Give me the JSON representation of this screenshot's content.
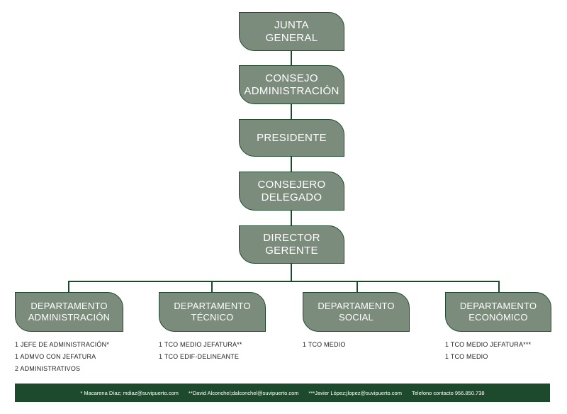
{
  "hierarchy": [
    {
      "line1": "JUNTA",
      "line2": "GENERAL"
    },
    {
      "line1": "CONSEJO",
      "line2": "ADMINISTRACIÓN"
    },
    {
      "line1": "PRESIDENTE",
      "line2": ""
    },
    {
      "line1": "CONSEJERO",
      "line2": "DELEGADO"
    },
    {
      "line1": "DIRECTOR",
      "line2": "GERENTE"
    }
  ],
  "departments": [
    {
      "line1": "DEPARTAMENTO",
      "line2": "ADMINISTRACIÓN",
      "staff": [
        "1 JEFE DE ADMINISTRACIÓN*",
        "1 ADMVO CON JEFATURA",
        "2 ADMINISTRATIVOS"
      ]
    },
    {
      "line1": "DEPARTAMENTO",
      "line2": "TÉCNICO",
      "staff": [
        "1 TCO MEDIO JEFATURA**",
        "1 TCO EDIF-DELINEANTE"
      ]
    },
    {
      "line1": "DEPARTAMENTO",
      "line2": "SOCIAL",
      "staff": [
        "1 TCO MEDIO"
      ]
    },
    {
      "line1": "DEPARTAMENTO",
      "line2": "ECONÓMICO",
      "staff": [
        "1 TCO MEDIO JEFATURA***",
        "1 TCO MEDIO"
      ]
    }
  ],
  "footer": {
    "contact1": "* Macarena Díaz; mdiaz@suvipuerto.com",
    "contact2": "**David Alconchel;dalconchel@suvipuerto.com",
    "contact3": "***Javier López;jlopez@suvipuerto.com",
    "phone": "Telefono contacto 956.850.738"
  },
  "colors": {
    "box_fill": "#7c8c7c",
    "box_border": "#1d4a2c",
    "footer_bg": "#1d4a2c"
  }
}
